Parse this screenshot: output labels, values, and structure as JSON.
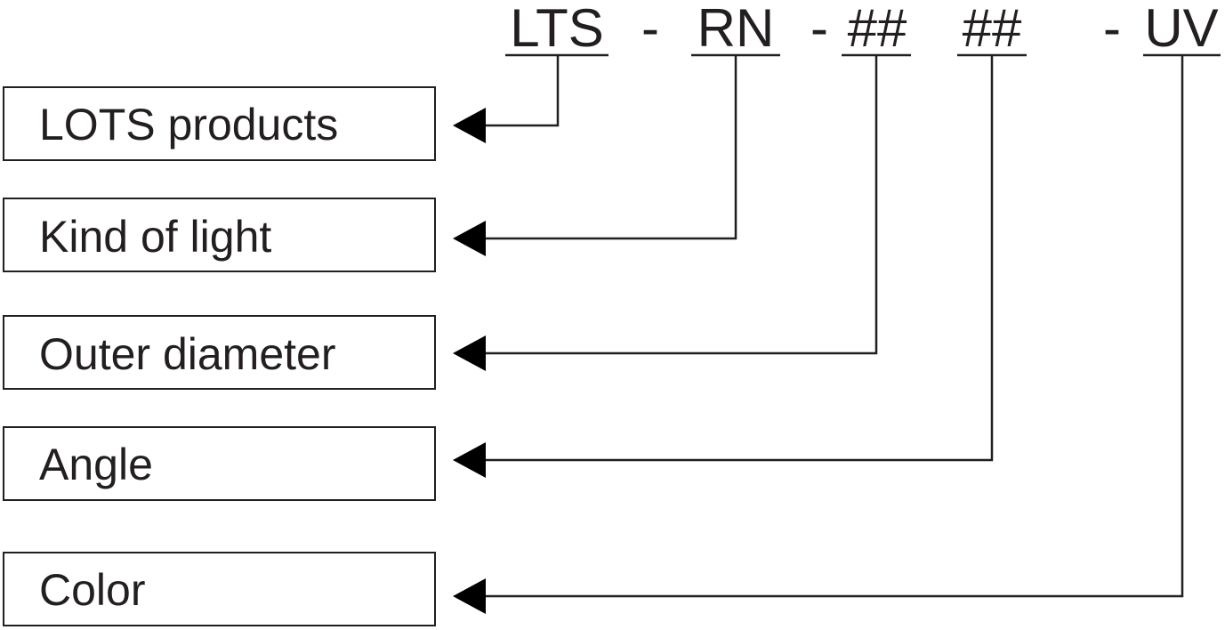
{
  "code": {
    "segments": [
      {
        "text": "LTS"
      },
      {
        "text": "-"
      },
      {
        "text": "RN"
      },
      {
        "text": "-"
      },
      {
        "text": "##"
      },
      {
        "text": "##"
      },
      {
        "text": "-"
      },
      {
        "text": "UV"
      }
    ]
  },
  "boxes": [
    {
      "label": "LOTS products"
    },
    {
      "label": "Kind of light"
    },
    {
      "label": "Outer diameter"
    },
    {
      "label": "Angle"
    },
    {
      "label": "Color"
    }
  ],
  "colors": {
    "ink": "#231f20",
    "arrow": "#000000",
    "background": "#ffffff"
  }
}
